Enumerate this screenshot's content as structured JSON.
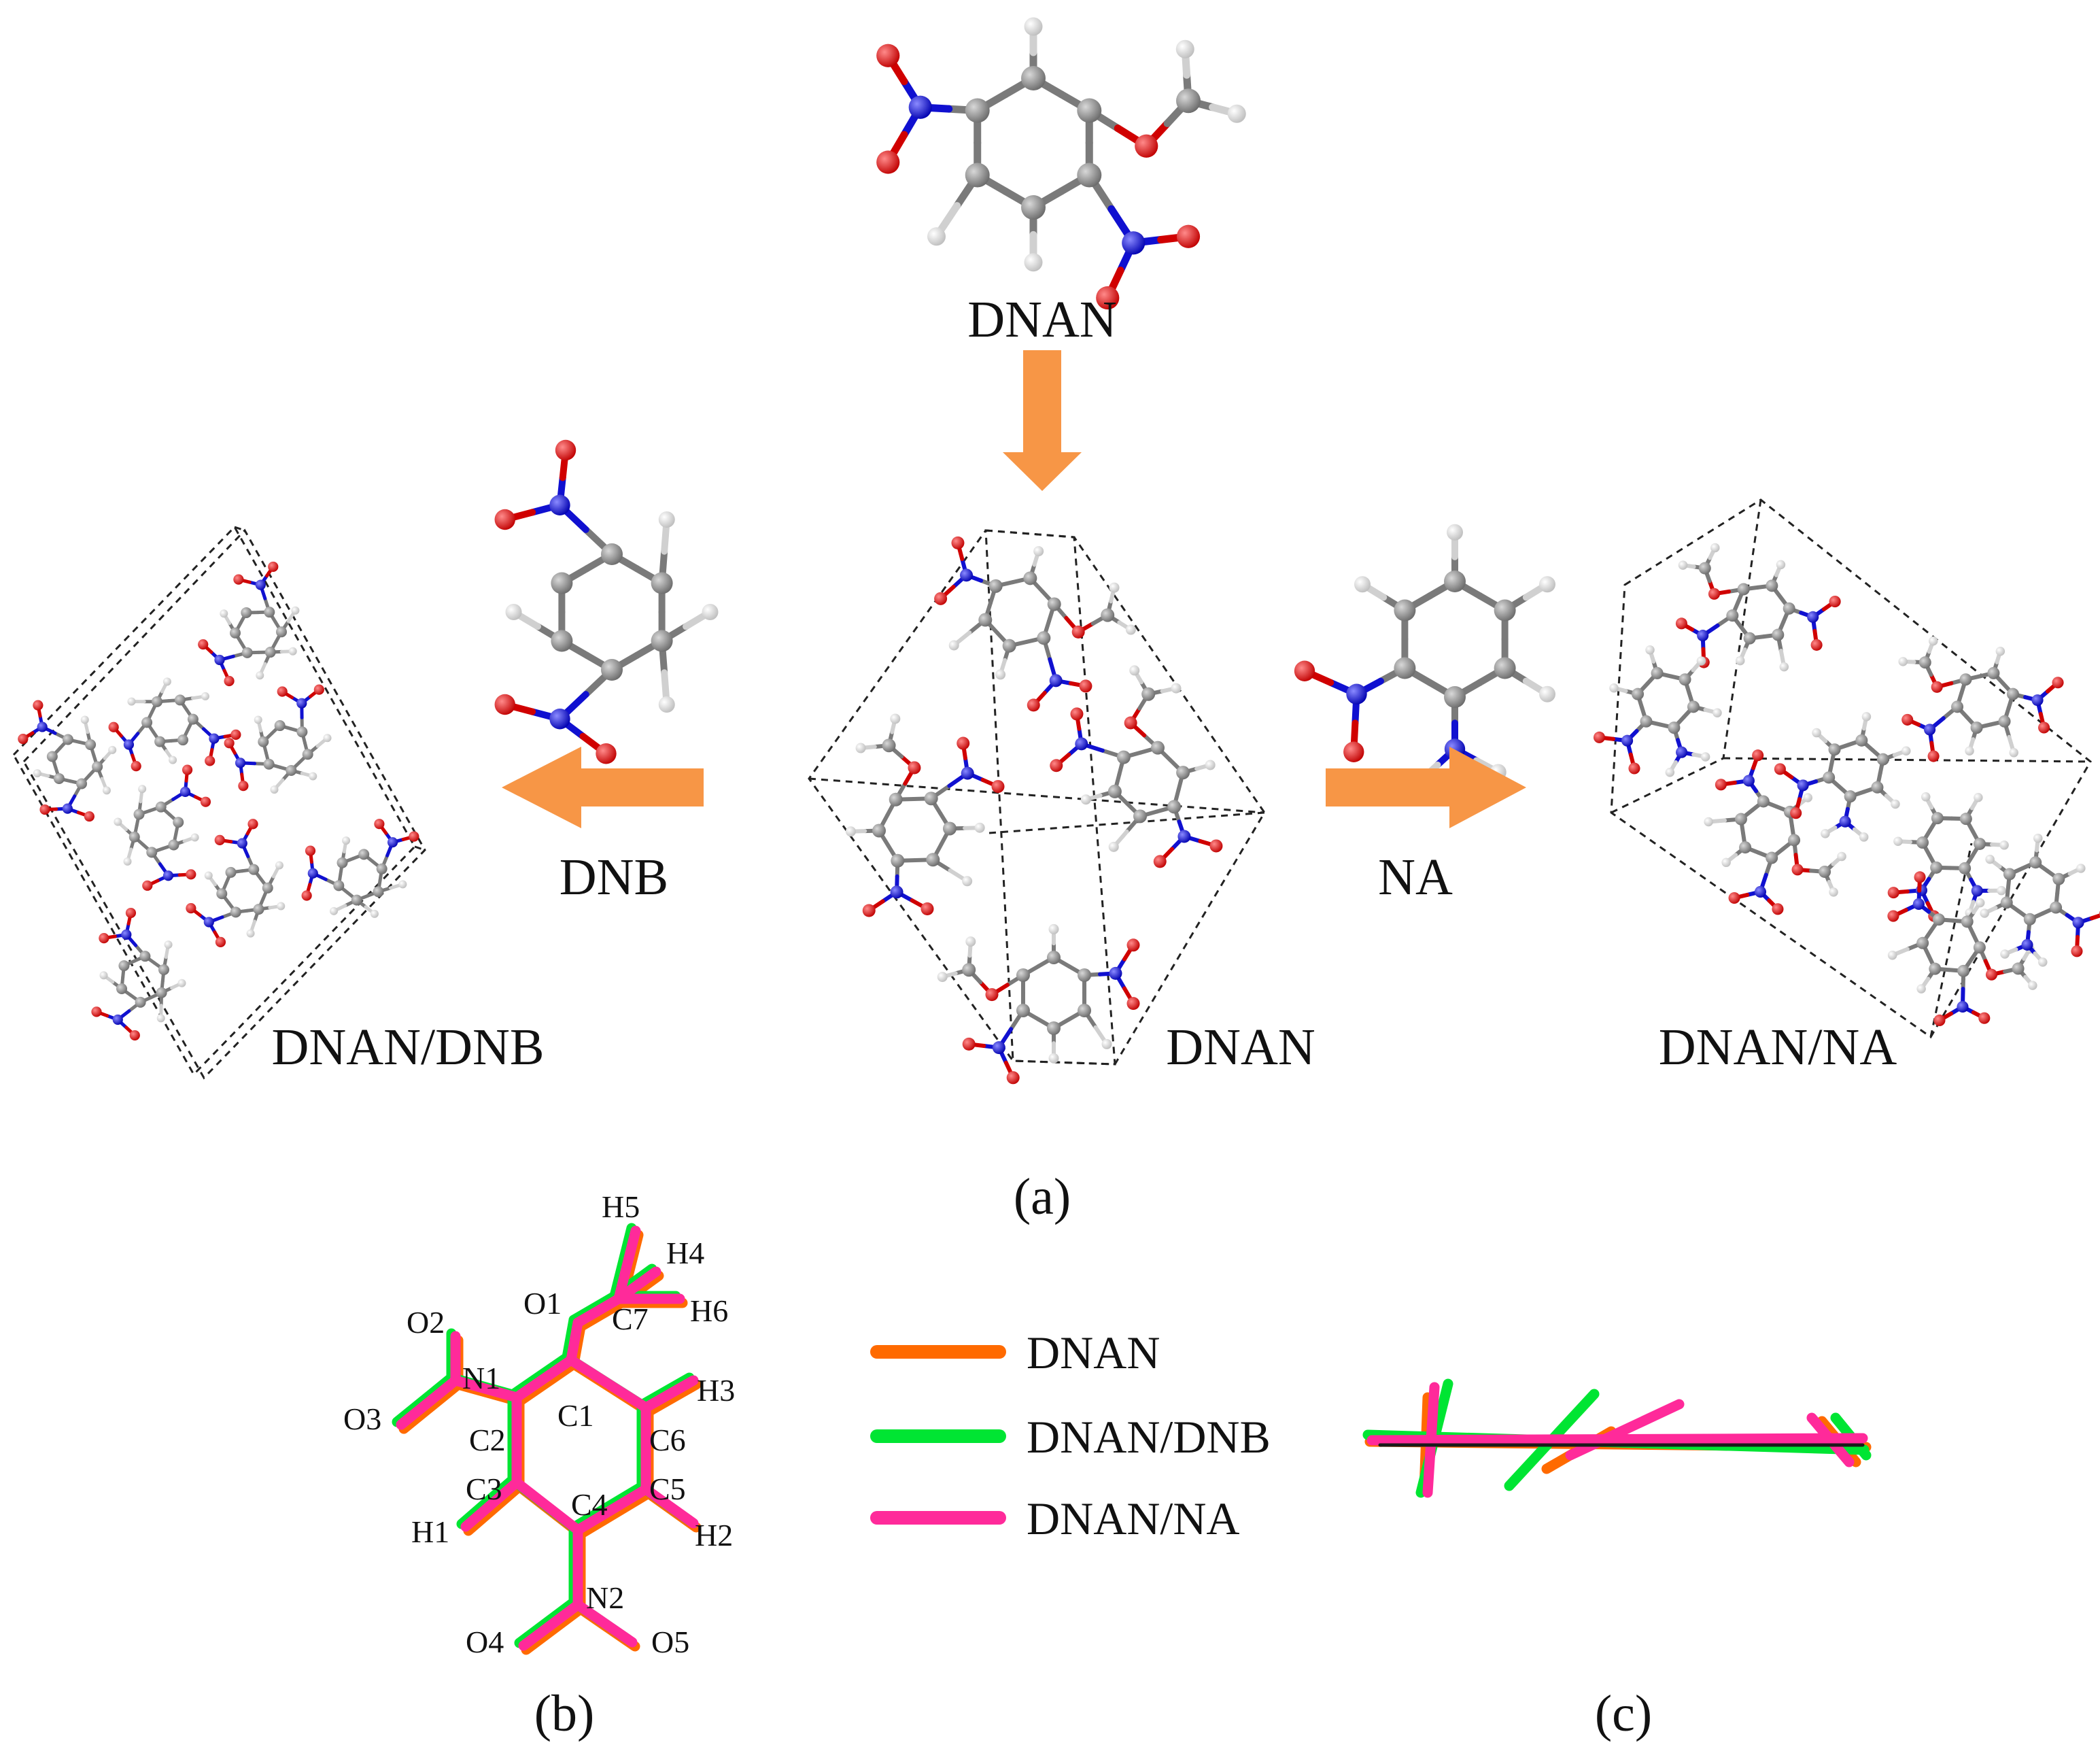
{
  "panel_a": {
    "top_label": "DNAN",
    "center_label": "DNAN",
    "left_arrow_label": "DNB",
    "right_arrow_label": "NA",
    "left_label": "DNAN/DNB",
    "right_label": "DNAN/NA",
    "caption": "(a)"
  },
  "panel_b": {
    "caption": "(b)",
    "atoms": {
      "H5": "H5",
      "H4": "H4",
      "H6": "H6",
      "O1": "O1",
      "C7": "C7",
      "O2": "O2",
      "N1": "N1",
      "O3": "O3",
      "C1": "C1",
      "C2": "C2",
      "H3": "H3",
      "C6": "C6",
      "C3": "C3",
      "C5": "C5",
      "H1": "H1",
      "C4": "C4",
      "H2": "H2",
      "N2": "N2",
      "O4": "O4",
      "O5": "O5"
    }
  },
  "legend": {
    "items": [
      {
        "label": "DNAN",
        "color": "#ff6a00"
      },
      {
        "label": "DNAN/DNB",
        "color": "#00e533"
      },
      {
        "label": "DNAN/NA",
        "color": "#ff2a9a"
      }
    ]
  },
  "panel_c": {
    "caption": "(c)"
  },
  "colors": {
    "arrow": "#f79646",
    "carbon": "#808080",
    "oxygen": "#e00000",
    "nitrogen": "#1a1ae6",
    "hydrogen": "#e8e8e8"
  }
}
